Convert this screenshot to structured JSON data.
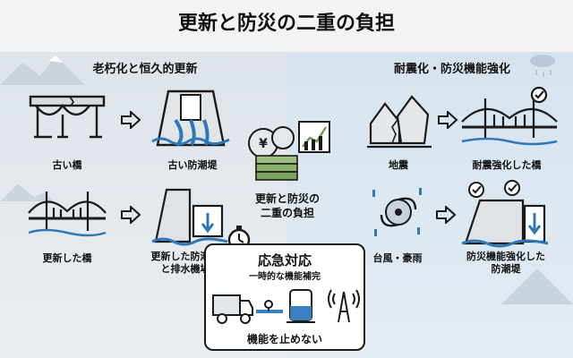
{
  "title": "更新と防災の二重の負担",
  "left_section": {
    "heading": "老朽化と恒久的更新",
    "items": [
      "古い橋",
      "古い防潮堤",
      "更新した橋",
      "更新した防潮堤\nと排水機場"
    ]
  },
  "right_section": {
    "heading": "耐震化・防災機能強化",
    "items": [
      "地震",
      "耐震強化した橋",
      "台風・豪雨",
      "防災機能強化した\n防潮堤"
    ]
  },
  "center": {
    "label": "更新と防災の\n二重の負担",
    "currency_symbol": "¥"
  },
  "callout": {
    "heading": "応急対応",
    "subheading": "一時的な機能補完",
    "footer": "機能を止めない"
  },
  "colors": {
    "ink": "#1a1a1a",
    "water": "#2e78b7",
    "money": "#6f9a52",
    "accent_blue": "#3b7fc0"
  }
}
